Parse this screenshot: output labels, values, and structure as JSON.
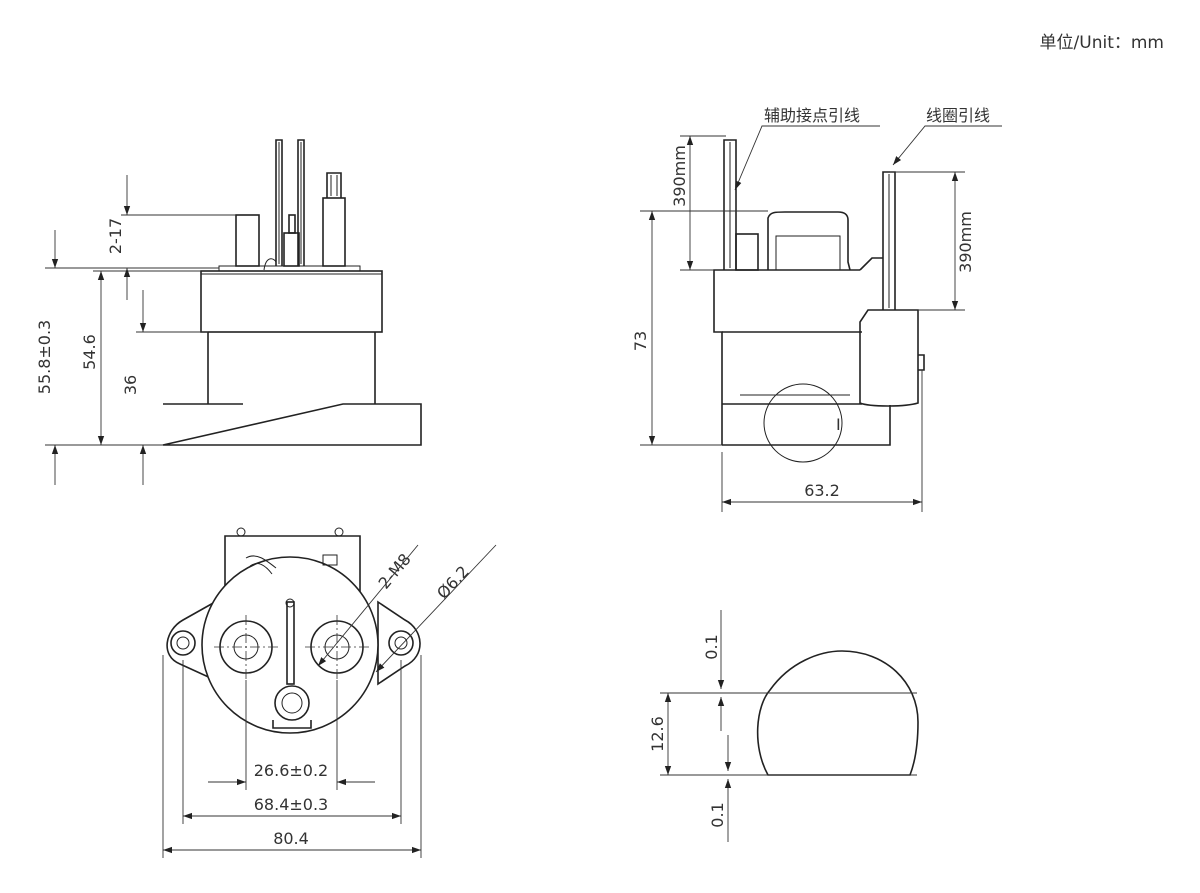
{
  "unit_label": "单位/Unit：mm",
  "front_view": {
    "dim_overall_height": "55.8±0.3",
    "dim_body_height": "54.6",
    "dim_base_height": "36",
    "dim_terminal": "2-17"
  },
  "side_view": {
    "aux_lead_label": "辅助接点引线",
    "coil_lead_label": "线圈引线",
    "dim_aux_lead_length": "390mm",
    "dim_coil_lead_length": "390mm",
    "dim_height": "73",
    "dim_width": "63.2",
    "detail_marker": "I"
  },
  "top_view": {
    "dim_thread": "2-M8",
    "dim_hole": "Ø6.2",
    "dim_terminal_spacing": "26.6±0.2",
    "dim_hole_spacing": "68.4±0.3",
    "dim_width": "80.4"
  },
  "detail_view": {
    "dim_top_gap": "0.1",
    "dim_height": "12.6",
    "dim_bottom_gap": "0.1"
  }
}
